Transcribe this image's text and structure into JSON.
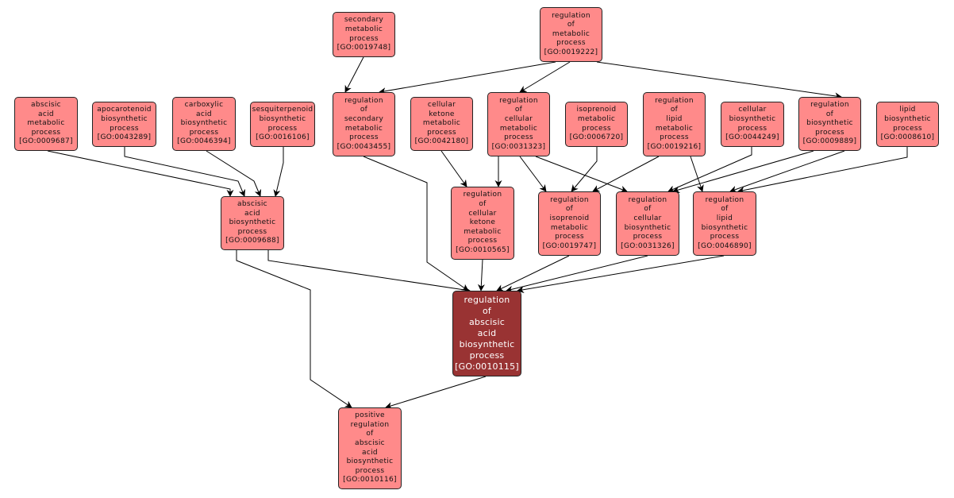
{
  "graph": {
    "colors": {
      "node_fill": "#ff8a8a",
      "focus_fill": "#993333",
      "edge": "#000000"
    },
    "nodes": {
      "n9687": {
        "id": "GO:0009687",
        "name": "abscisic acid metabolic process",
        "label": "abscisic\nacid\nmetabolic\nprocess\n[GO:0009687]"
      },
      "n43289": {
        "id": "GO:0043289",
        "name": "apocarotenoid biosynthetic process",
        "label": "apocarotenoid\nbiosynthetic\nprocess\n[GO:0043289]"
      },
      "n46394": {
        "id": "GO:0046394",
        "name": "carboxylic acid biosynthetic process",
        "label": "carboxylic\nacid\nbiosynthetic\nprocess\n[GO:0046394]"
      },
      "n16106": {
        "id": "GO:0016106",
        "name": "sesquiterpenoid biosynthetic process",
        "label": "sesquiterpenoid\nbiosynthetic\nprocess\n[GO:0016106]"
      },
      "n19748": {
        "id": "GO:0019748",
        "name": "secondary metabolic process",
        "label": "secondary\nmetabolic\nprocess\n[GO:0019748]"
      },
      "n19222": {
        "id": "GO:0019222",
        "name": "regulation of metabolic process",
        "label": "regulation\nof\nmetabolic\nprocess\n[GO:0019222]"
      },
      "n43455": {
        "id": "GO:0043455",
        "name": "regulation of secondary metabolic process",
        "label": "regulation\nof\nsecondary\nmetabolic\nprocess\n[GO:0043455]"
      },
      "n42180": {
        "id": "GO:0042180",
        "name": "cellular ketone metabolic process",
        "label": "cellular\nketone\nmetabolic\nprocess\n[GO:0042180]"
      },
      "n31323": {
        "id": "GO:0031323",
        "name": "regulation of cellular metabolic process",
        "label": "regulation\nof\ncellular\nmetabolic\nprocess\n[GO:0031323]"
      },
      "n6720": {
        "id": "GO:0006720",
        "name": "isoprenoid metabolic process",
        "label": "isoprenoid\nmetabolic\nprocess\n[GO:0006720]"
      },
      "n19216": {
        "id": "GO:0019216",
        "name": "regulation of lipid metabolic process",
        "label": "regulation\nof\nlipid\nmetabolic\nprocess\n[GO:0019216]"
      },
      "n44249": {
        "id": "GO:0044249",
        "name": "cellular biosynthetic process",
        "label": "cellular\nbiosynthetic\nprocess\n[GO:0044249]"
      },
      "n9889": {
        "id": "GO:0009889",
        "name": "regulation of biosynthetic process",
        "label": "regulation\nof\nbiosynthetic\nprocess\n[GO:0009889]"
      },
      "n8610": {
        "id": "GO:0008610",
        "name": "lipid biosynthetic process",
        "label": "lipid\nbiosynthetic\nprocess\n[GO:0008610]"
      },
      "n9688": {
        "id": "GO:0009688",
        "name": "abscisic acid biosynthetic process",
        "label": "abscisic\nacid\nbiosynthetic\nprocess\n[GO:0009688]"
      },
      "n10565": {
        "id": "GO:0010565",
        "name": "regulation of cellular ketone metabolic process",
        "label": "regulation\nof\ncellular\nketone\nmetabolic\nprocess\n[GO:0010565]"
      },
      "n19747": {
        "id": "GO:0019747",
        "name": "regulation of isoprenoid metabolic process",
        "label": "regulation\nof\nisoprenoid\nmetabolic\nprocess\n[GO:0019747]"
      },
      "n31326": {
        "id": "GO:0031326",
        "name": "regulation of cellular biosynthetic process",
        "label": "regulation\nof\ncellular\nbiosynthetic\nprocess\n[GO:0031326]"
      },
      "n46890": {
        "id": "GO:0046890",
        "name": "regulation of lipid biosynthetic process",
        "label": "regulation\nof\nlipid\nbiosynthetic\nprocess\n[GO:0046890]"
      },
      "n10115": {
        "id": "GO:0010115",
        "name": "regulation of abscisic acid biosynthetic process",
        "label": "regulation\nof\nabscisic\nacid\nbiosynthetic\nprocess\n[GO:0010115]",
        "focus": true
      },
      "n10116": {
        "id": "GO:0010116",
        "name": "positive regulation of abscisic acid biosynthetic process",
        "label": "positive\nregulation\nof\nabscisic\nacid\nbiosynthetic\nprocess\n[GO:0010116]"
      }
    },
    "edges": [
      [
        "n9687",
        "n9688"
      ],
      [
        "n43289",
        "n9688"
      ],
      [
        "n46394",
        "n9688"
      ],
      [
        "n16106",
        "n9688"
      ],
      [
        "n19748",
        "n43455"
      ],
      [
        "n19222",
        "n43455"
      ],
      [
        "n19222",
        "n31323"
      ],
      [
        "n19222",
        "n9889"
      ],
      [
        "n42180",
        "n10565"
      ],
      [
        "n31323",
        "n10565"
      ],
      [
        "n31323",
        "n19747"
      ],
      [
        "n31323",
        "n31326"
      ],
      [
        "n6720",
        "n19747"
      ],
      [
        "n19216",
        "n19747"
      ],
      [
        "n19216",
        "n46890"
      ],
      [
        "n44249",
        "n31326"
      ],
      [
        "n9889",
        "n31326"
      ],
      [
        "n9889",
        "n46890"
      ],
      [
        "n8610",
        "n46890"
      ],
      [
        "n9688",
        "n10115"
      ],
      [
        "n43455",
        "n10115"
      ],
      [
        "n10565",
        "n10115"
      ],
      [
        "n19747",
        "n10115"
      ],
      [
        "n31326",
        "n10115"
      ],
      [
        "n46890",
        "n10115"
      ],
      [
        "n9688",
        "n10116"
      ],
      [
        "n10115",
        "n10116"
      ]
    ]
  }
}
